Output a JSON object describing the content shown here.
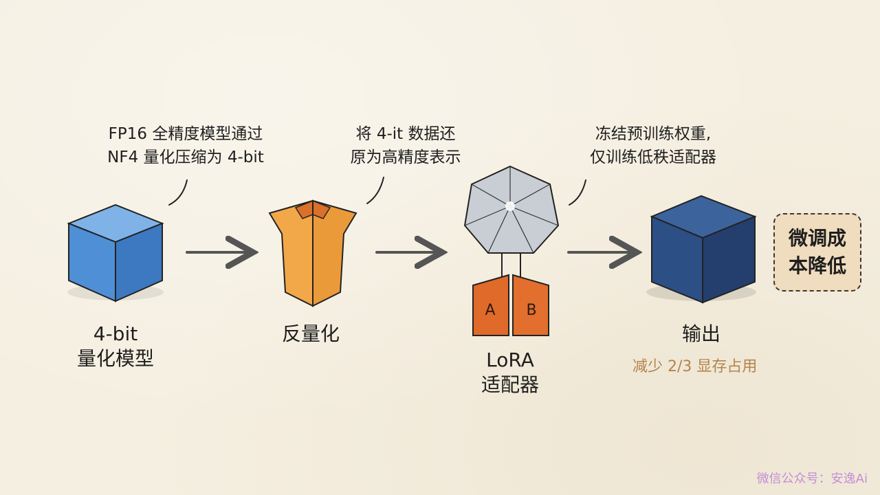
{
  "nodes": {
    "quantized_model": {
      "line1": "4-bit",
      "line2": "量化模型"
    },
    "dequantize": {
      "line1": "反量化"
    },
    "lora": {
      "line1": "LoRA",
      "line2": "适配器",
      "box_a": "A",
      "box_b": "B"
    },
    "output": {
      "line1": "输出",
      "subtitle": "减少 2/3 显存占用"
    }
  },
  "notes": {
    "step1": {
      "line1": "FP16 全精度模型通过",
      "line2": "NF4 量化压缩为 4-bit"
    },
    "step2": {
      "line1": "将 4-it 数据还",
      "line2": "原为高精度表示"
    },
    "step3": {
      "line1": "冻结预训练权重,",
      "line2": "仅训练低秩适配器"
    }
  },
  "badge": {
    "line1": "微调成",
    "line2": "本降低"
  },
  "watermark": "微信公众号：安逸Ai",
  "colors": {
    "background": "#f5efe1",
    "light_blue_cube": "#4f8fd6",
    "orange_folder": "#eb9a3a",
    "lora_boxes": "#e06a2a",
    "gray_sphere": "#c9ced4",
    "dark_blue_cube": "#2c4f86",
    "subtitle_tan": "#b5834c",
    "badge_fill": "#f0dcbe"
  }
}
